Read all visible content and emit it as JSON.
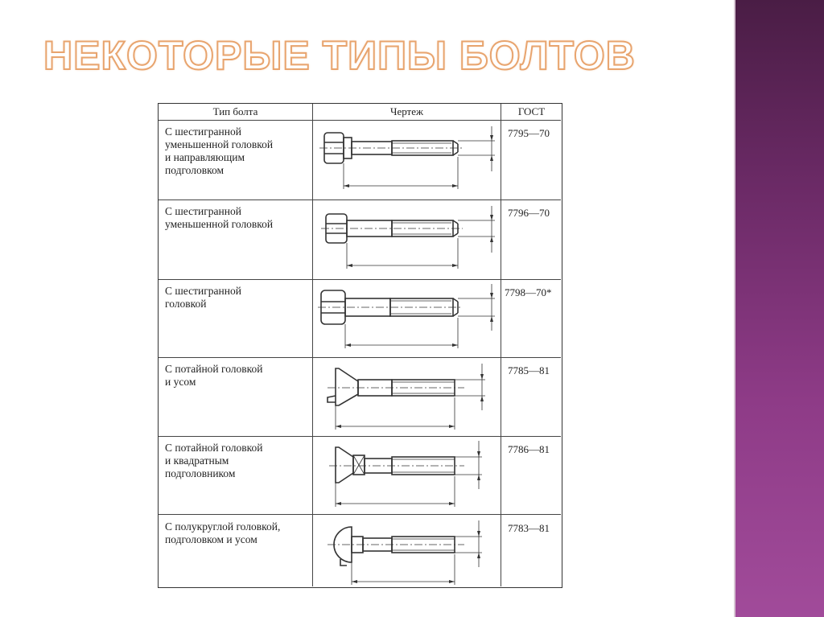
{
  "slide": {
    "title": "Некоторые типы болтов"
  },
  "table": {
    "headers": {
      "type": "Тип болта",
      "drawing": "Чертеж",
      "gost": "ГОСТ"
    },
    "rows": [
      {
        "type": "С шестигранной\nуменьшенной головкой\nи направляющим\nподголовком",
        "gost": "7795—70",
        "drawing": "hex-bolt-reduced-guide-drawing"
      },
      {
        "type": "С шестигранной\nуменьшенной головкой",
        "gost": "7796—70",
        "drawing": "hex-bolt-reduced-drawing"
      },
      {
        "type": "С шестигранной\nголовкой",
        "gost": "7798—70*",
        "drawing": "hex-bolt-drawing"
      },
      {
        "type": "С потайной головкой\nи усом",
        "gost": "7785—81",
        "drawing": "countersunk-bolt-nib-drawing"
      },
      {
        "type": "С потайной головкой\nи квадратным\nподголовником",
        "gost": "7786—81",
        "drawing": "countersunk-bolt-square-neck-drawing"
      },
      {
        "type": "С полукруглой головкой,\nподголовком и усом",
        "gost": "7783—81",
        "drawing": "round-head-bolt-neck-nib-drawing"
      }
    ]
  },
  "colors": {
    "title_fill": "#ffffff",
    "title_outline": "#e8a46e",
    "sidebar": "#8e3b87",
    "ink": "#333333"
  }
}
